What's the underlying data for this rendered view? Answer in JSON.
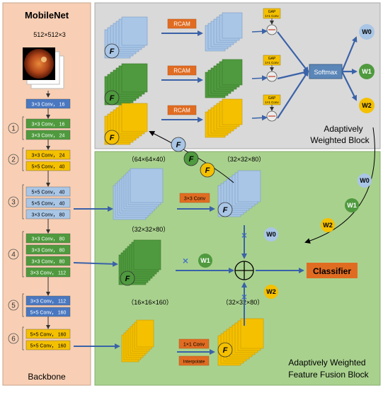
{
  "backbone": {
    "title": "MobileNet",
    "input_size": "512×512×3",
    "footer": "Backbone",
    "stage_numbers": [
      "1",
      "2",
      "3",
      "4",
      "5",
      "6"
    ],
    "layers": [
      {
        "label": "3×3 Conv， 16",
        "color": "#4a78c0"
      },
      {
        "label": "3×3 Conv， 16",
        "color": "#4f9a3e"
      },
      {
        "label": "3×3 Conv， 24",
        "color": "#4f9a3e"
      },
      {
        "label": "3×3 Conv， 24",
        "color": "#f4c000"
      },
      {
        "label": "5×5 Conv， 40",
        "color": "#f4c000"
      },
      {
        "label": "5×5 Conv， 40",
        "color": "#a9c6e6"
      },
      {
        "label": "5×5 Conv， 40",
        "color": "#a9c6e6"
      },
      {
        "label": "3×3 Conv， 80",
        "color": "#a9c6e6"
      },
      {
        "label": "3×3 Conv， 80",
        "color": "#4f9a3e"
      },
      {
        "label": "3×3 Conv， 80",
        "color": "#4f9a3e"
      },
      {
        "label": "3×3 Conv， 80",
        "color": "#4f9a3e"
      },
      {
        "label": "3×3 Conv， 112",
        "color": "#4f9a3e"
      },
      {
        "label": "3×3 Conv， 112",
        "color": "#4a78c0"
      },
      {
        "label": "5×5 Conv， 160",
        "color": "#4a78c0"
      },
      {
        "label": "5×5 Conv， 160",
        "color": "#f4c000"
      },
      {
        "label": "5×5 Conv， 160",
        "color": "#f4c000"
      }
    ]
  },
  "awb": {
    "title_line1": "Adaptively",
    "title_line2": "Weighted Block",
    "rcam_label": "RCAM",
    "gap_line1": "GAP",
    "gap_line2": "1×1 Conv",
    "softmax_label": "Softmax",
    "f_label": "F",
    "weights": [
      "W0",
      "W1",
      "W2"
    ]
  },
  "fusion": {
    "title_line1": "Adaptively Weighted",
    "title_line2": "Feature Fusion Block",
    "size_64": "（64×64×40）",
    "size_32a": "（32×32×80）",
    "size_32b": "（32×32×80）",
    "size_16": "（16×16×160）",
    "size_32c": "（32×32×80）",
    "conv3_label": "3×3 Conv",
    "conv1_label": "1×1 Conv",
    "interp_label": "Interpolate",
    "classifier_label": "Classifier",
    "f_label": "F",
    "weights": [
      "W0",
      "W1",
      "W2"
    ],
    "mult_symbol": "×"
  },
  "colors": {
    "backbone_bg": "#f8cfb4",
    "awb_bg": "#d9d9d9",
    "fusion_bg": "#a9d18e",
    "blue": "#a9c6e6",
    "green": "#4f9a3e",
    "yellow": "#f4c000",
    "orange": "#e06c22",
    "arrow": "#3a62a8"
  }
}
